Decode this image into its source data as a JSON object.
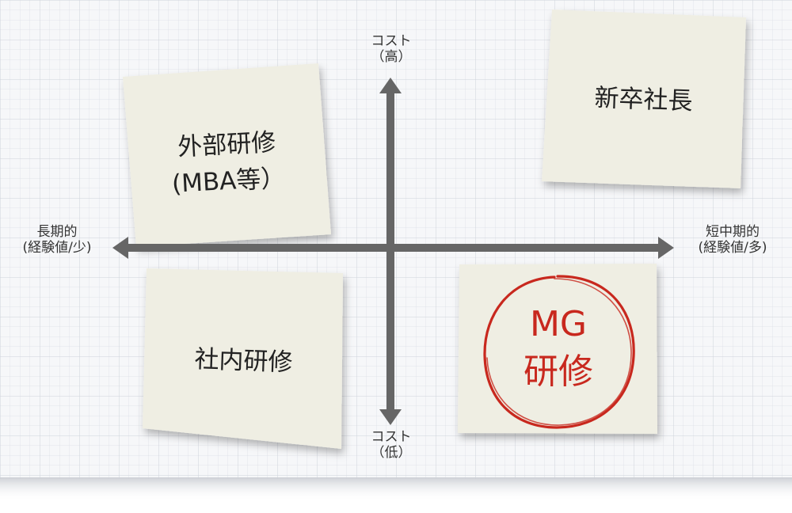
{
  "colors": {
    "grid_line": "#d9dce3",
    "board": "#f4f5f8",
    "axis": "#666666",
    "note_fill": "#efeee3",
    "highlight_red": "#c8281e"
  },
  "axes": {
    "top": {
      "line1": "コスト",
      "line2": "（高）"
    },
    "bottom": {
      "line1": "コスト",
      "line2": "（低）"
    },
    "left": {
      "line1": "長期的",
      "line2": "(経験値/少)"
    },
    "right": {
      "line1": "短中期的",
      "line2": "(経験値/多)"
    }
  },
  "notes": {
    "top_left": {
      "line1": "外部研修",
      "line2": "(MBA等）"
    },
    "top_right": {
      "line1": "新卒社長"
    },
    "bottom_left": {
      "line1": "社内研修"
    },
    "bottom_right": {
      "line1": "MG",
      "line2": "研修"
    }
  }
}
